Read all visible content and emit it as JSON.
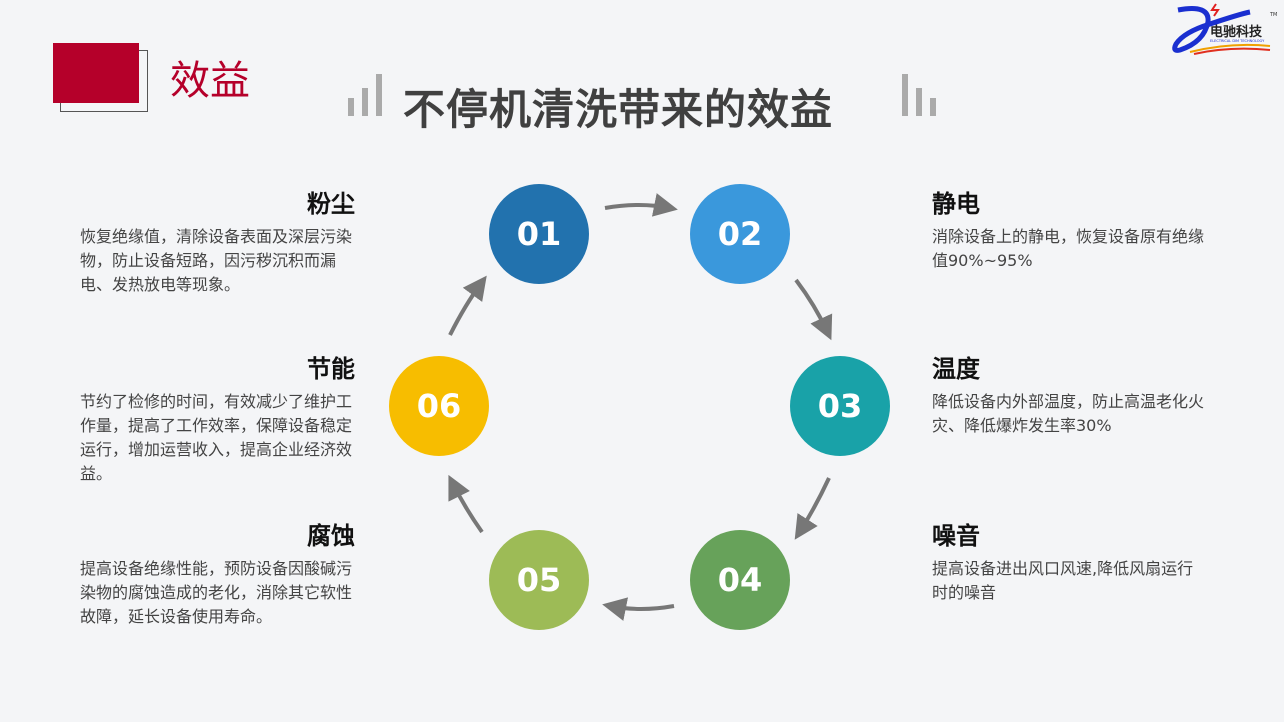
{
  "section_label": "效益",
  "title": "不停机清洗带来的效益",
  "logo": {
    "text": "电驰科技",
    "subtitle": "ELECTRICAL DIM TECHNOLOGY",
    "tm": "TM"
  },
  "colors": {
    "accent": "#b5002a",
    "c01": "#2272ae",
    "c02": "#3a98dc",
    "c03": "#19a2a8",
    "c04": "#67a25a",
    "c05": "#9dbb56",
    "c06": "#f7bd00"
  },
  "steps": [
    {
      "num": "01",
      "title": "粉尘",
      "text": "恢复绝缘值，清除设备表面及深层污染物，防止设备短路，因污秽沉积而漏电、发热放电等现象。"
    },
    {
      "num": "02",
      "title": "静电",
      "text": "消除设备上的静电，恢复设备原有绝缘值90%~95%"
    },
    {
      "num": "03",
      "title": "温度",
      "text": "降低设备内外部温度，防止高温老化火灾、降低爆炸发生率30%"
    },
    {
      "num": "04",
      "title": "噪音",
      "text": "提高设备进出风口风速,降低风扇运行时的噪音"
    },
    {
      "num": "05",
      "title": "腐蚀",
      "text": "提高设备绝缘性能，预防设备因酸碱污染物的腐蚀造成的老化，消除其它软性故障，延长设备使用寿命。"
    },
    {
      "num": "06",
      "title": "节能",
      "text": "节约了检修的时间，有效减少了维护工作量，提高了工作效率，保障设备稳定运行，增加运营收入，提高企业经济效益。"
    }
  ]
}
